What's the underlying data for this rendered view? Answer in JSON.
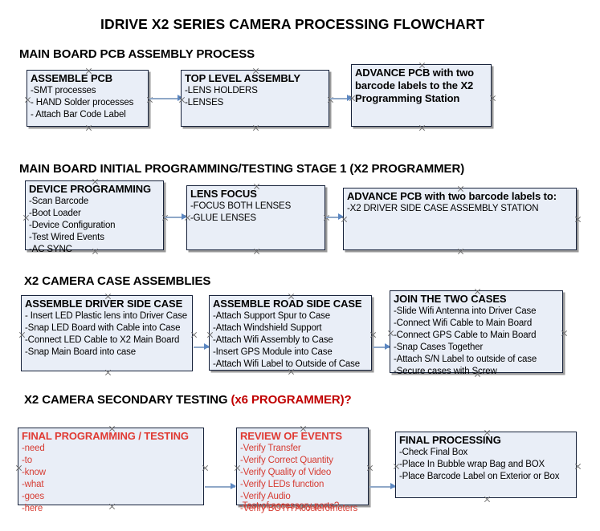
{
  "document": {
    "title": "IDRIVE X2  SERIES CAMERA PROCESSING FLOWCHART"
  },
  "sections": [
    {
      "id": "main-board-pcb-assembly",
      "heading": "MAIN BOARD PCB ASSEMBLY PROCESS",
      "heading_red": "",
      "nodes": [
        {
          "id": "assemble-pcb",
          "title": "ASSEMBLE PCB",
          "lines": [
            "-SMT processes",
            "- HAND Solder processes",
            "- Attach Bar Code Label"
          ]
        },
        {
          "id": "top-level-assembly",
          "title": "TOP LEVEL ASSEMBLY",
          "lines": [
            "-LENS HOLDERS",
            "-LENSES"
          ]
        },
        {
          "id": "advance-pcb-x2-programming-station",
          "title": "ADVANCE PCB with two barcode labels to the  X2 Programming Station",
          "lines": []
        }
      ]
    },
    {
      "id": "main-board-initial-programming",
      "heading": "MAIN BOARD INITIAL PROGRAMMING/TESTING STAGE 1 (X2 PROGRAMMER)",
      "heading_red": "",
      "nodes": [
        {
          "id": "device-programming",
          "title": "DEVICE PROGRAMMING",
          "lines": [
            "-Scan Barcode",
            "-Boot Loader",
            "-Device Configuration",
            "-Test Wired Events",
            "-AC SYNC"
          ]
        },
        {
          "id": "lens-focus",
          "title": "LENS FOCUS",
          "lines": [
            "-FOCUS BOTH LENSES",
            "-GLUE LENSES"
          ]
        },
        {
          "id": "advance-pcb-driver-side-case",
          "title": "ADVANCE PCB with two barcode labels to:",
          "lines": [
            "-X2 DRIVER  SIDE  CASE  ASSEMBLY STATION"
          ]
        }
      ]
    },
    {
      "id": "x2-camera-case-assemblies",
      "heading": "X2 CAMERA CASE ASSEMBLIES",
      "heading_red": "",
      "nodes": [
        {
          "id": "assemble-driver-side-case",
          "title": "ASSEMBLE DRIVER SIDE CASE",
          "lines": [
            "- Insert LED Plastic lens into Driver Case",
            "-Snap LED Board with Cable into Case",
            "-Connect LED Cable to X2 Main Board",
            "-Snap Main Board into case"
          ]
        },
        {
          "id": "assemble-road-side-case",
          "title": "ASSEMBLE ROAD SIDE CASE",
          "lines": [
            "-Attach Support Spur to Case",
            "-Attach Windshield Support",
            "-Attach Wifi Assembly to Case",
            "-Insert GPS Module into Case",
            "-Attach Wifi Label to Outside of Case"
          ]
        },
        {
          "id": "join-the-two-cases",
          "title": "JOIN THE TWO CASES",
          "lines": [
            "-Slide Wifi Antenna into Driver Case",
            "-Connect Wifi Cable to Main Board",
            "-Connect GPS Cable to Main Board",
            "-Snap Cases Together",
            "-Attach S/N Label to outside of case",
            "-Secure cases with Screw"
          ]
        }
      ]
    },
    {
      "id": "x2-camera-secondary-testing",
      "heading": "X2 CAMERA SECONDARY TESTING ",
      "heading_red": "(x6 PROGRAMMER)?",
      "nodes": [
        {
          "id": "final-programming-testing",
          "title": "FINAL PROGRAMMING / TESTING",
          "lines": [
            "-need",
            "-to",
            "-know",
            "-what",
            "-goes",
            "-here"
          ]
        },
        {
          "id": "review-of-events",
          "title": "REVIEW OF EVENTS",
          "lines": [
            "-Verify Transfer",
            "-Verify Correct Quantity",
            "-Verify Quality of Video",
            "-Verify LEDs function",
            "-Verify Audio",
            "-Verify BOTH Accelerometers"
          ],
          "overflow_line": "-Test of accessory ports?"
        },
        {
          "id": "final-processing",
          "title": "FINAL PROCESSING",
          "lines": [
            " -Check Final Box",
            "-Place In Bubble wrap Bag and BOX",
            "-Place Barcode Label on Exterior or Box"
          ]
        }
      ]
    }
  ],
  "colors": {
    "node_fill": "#e9eef7",
    "node_border": "#16213a",
    "connector": "#8fa8c8",
    "arrow": "#5b87c2",
    "red_accent": "#c00000",
    "red_text": "#d63c33"
  }
}
